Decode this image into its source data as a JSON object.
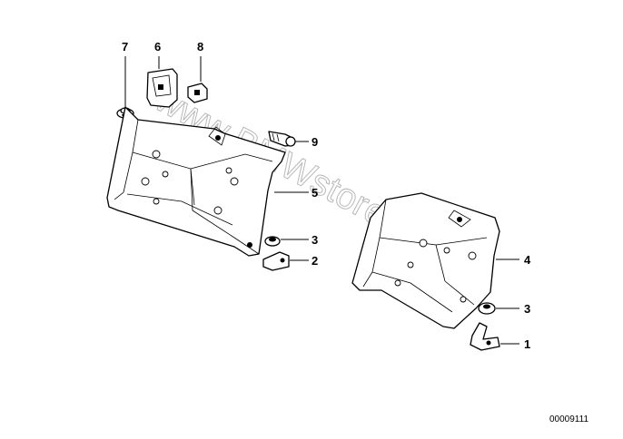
{
  "callouts": {
    "c7": "7",
    "c6": "6",
    "c8": "8",
    "c9": "9",
    "c5": "5",
    "c3a": "3",
    "c2": "2",
    "c4": "4",
    "c3b": "3",
    "c1": "1"
  },
  "watermark": "www.BMWstore.ru",
  "drawing_code": "00009111"
}
